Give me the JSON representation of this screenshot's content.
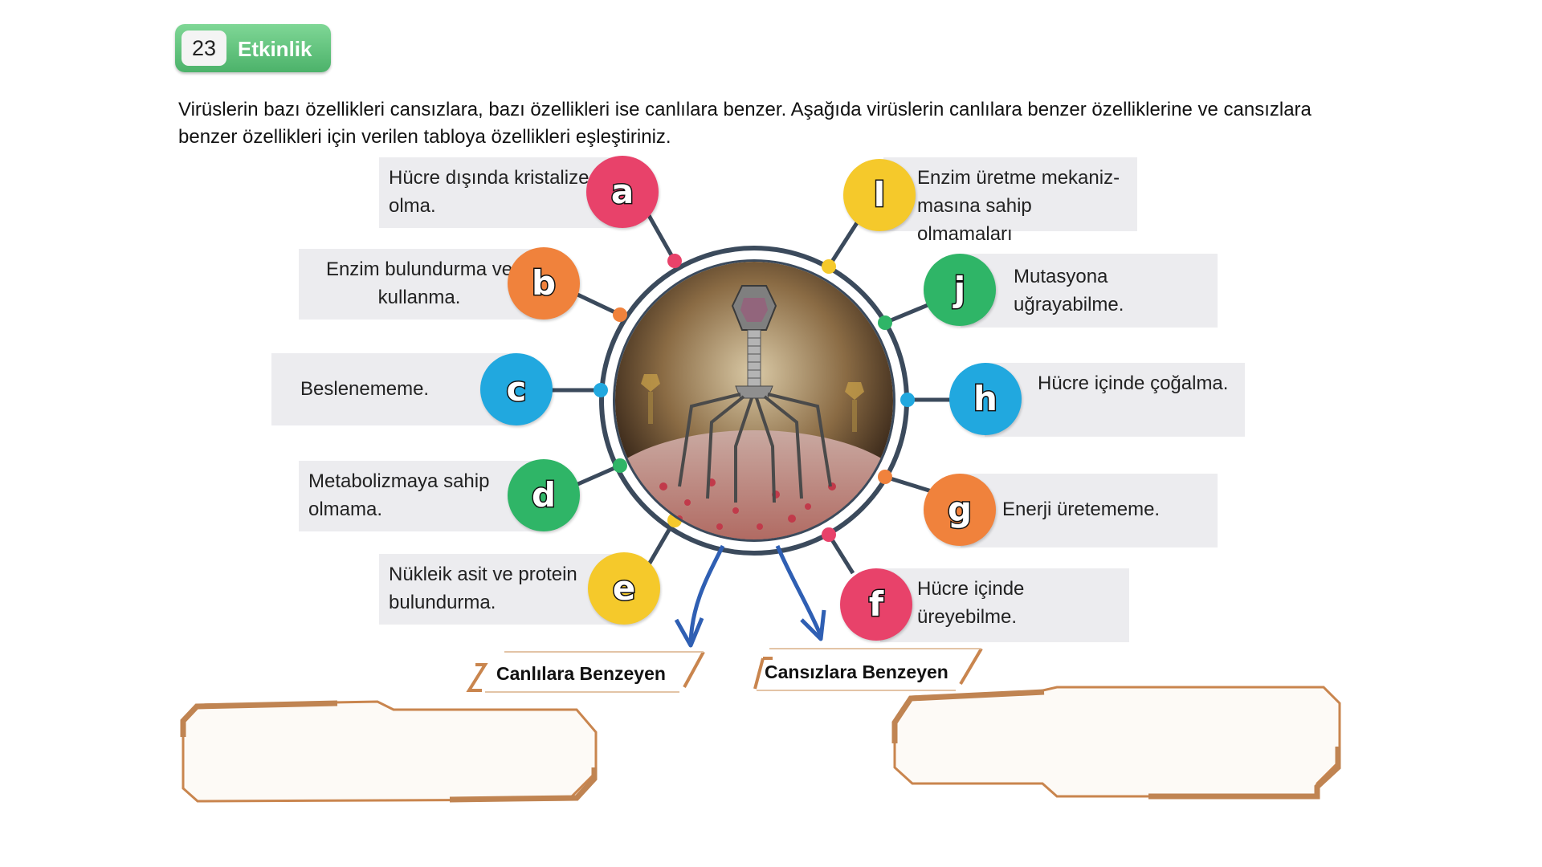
{
  "activity": {
    "number": "23",
    "title": "Etkinlik"
  },
  "instructions": "Virüslerin bazı özellikleri cansızlara, bazı özellikleri ise canlılara benzer. Aşağıda virüslerin canlılara benzer özelliklerine ve cansızlara benzer özellikleri için verilen tabloya özellikleri eşleştiriniz.",
  "features_left": [
    {
      "letter": "a",
      "text": "Hücre dışında kristalize olma.",
      "color": "#e8426a"
    },
    {
      "letter": "b",
      "text": "Enzim bulundurma ve kullanma.",
      "color": "#f0823c"
    },
    {
      "letter": "c",
      "text": "Beslenememe.",
      "color": "#21a8df"
    },
    {
      "letter": "d",
      "text": "Metabolizmaya sahip olmama.",
      "color": "#2fb567"
    },
    {
      "letter": "e",
      "text": "Nükleik asit ve protein bulundurma.",
      "color": "#f5c92b"
    }
  ],
  "features_right": [
    {
      "letter": "l",
      "text": "Enzim üretme mekaniz-masına sahip olmamaları",
      "color": "#f5c92b"
    },
    {
      "letter": "j",
      "text": "Mutasyona uğrayabilme.",
      "color": "#2fb567"
    },
    {
      "letter": "h",
      "text": "Hücre içinde çoğalma.",
      "color": "#21a8df"
    },
    {
      "letter": "g",
      "text": "Enerji üretememe.",
      "color": "#f0823c"
    },
    {
      "letter": "f",
      "text": "Hücre içinde üreyebilme.",
      "color": "#e8426a"
    }
  ],
  "categories": {
    "living_like": "Canlılara Benzeyen",
    "nonliving_like": "Cansızlara Benzeyen"
  },
  "colors": {
    "badge": "#56b872",
    "arrow": "#2f5fb3",
    "frame": "#c9854e",
    "ring": "#3b4a5c"
  }
}
